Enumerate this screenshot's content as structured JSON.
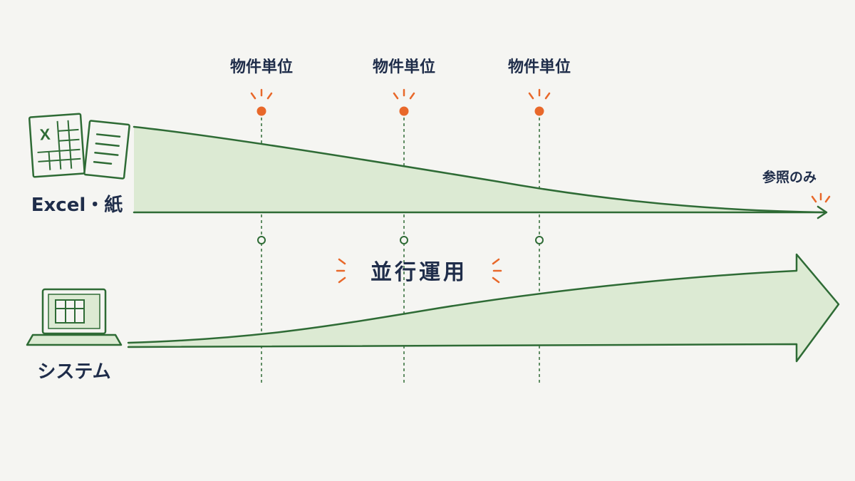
{
  "milestones": [
    {
      "label": "物件単位"
    },
    {
      "label": "物件単位"
    },
    {
      "label": "物件単位"
    }
  ],
  "legacy": {
    "label": "Excel・紙",
    "end_label": "参照のみ",
    "icons": [
      "excel-spreadsheet-icon",
      "paper-document-icon"
    ]
  },
  "parallel": {
    "label": "並行運用"
  },
  "system": {
    "label": "システム",
    "icon": "laptop-icon"
  },
  "colors": {
    "background": "#f5f5f2",
    "green_stroke": "#2e6b35",
    "green_fill": "#dcead3",
    "accent_orange": "#e8682a",
    "text_dark": "#1f2d4a"
  }
}
